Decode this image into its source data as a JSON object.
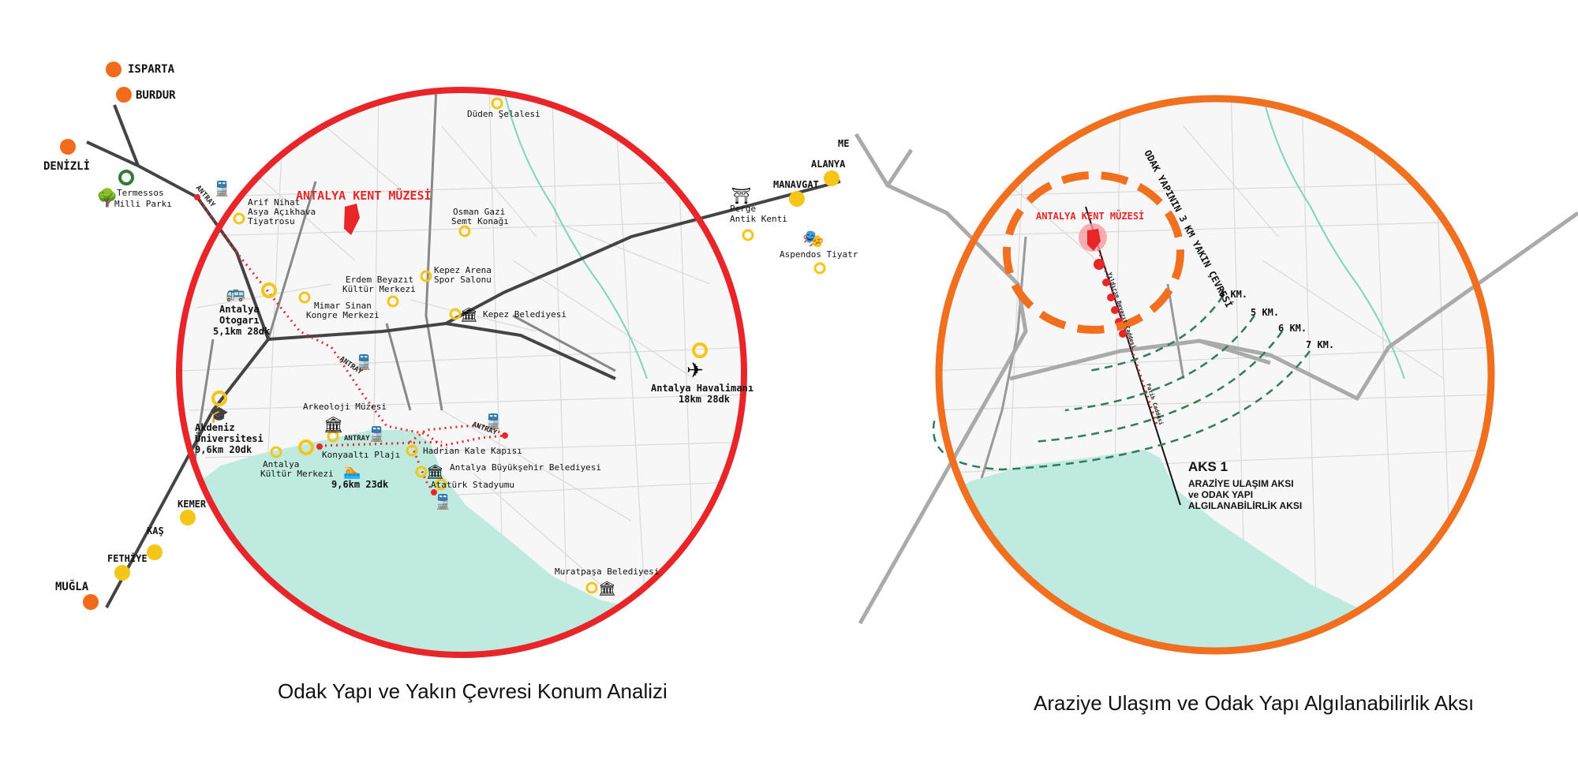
{
  "left_map": {
    "caption": "Odak Yapı ve Yakın Çevresi Konum Analizi",
    "museum": "ANTALYA KENT MÜZESİ",
    "cities": {
      "isparta": "ISPARTA",
      "burdur": "BURDUR",
      "denizli": "DENİZLİ",
      "alanya": "ALANYA",
      "manavgat": "MANAVGAT",
      "kemer": "KEMER",
      "kas": "KAŞ",
      "fethiye": "FETHİYE",
      "mugla": "MUĞLA",
      "me": "ME"
    },
    "pois": {
      "termessos_1": "Termessos",
      "termessos_2": "Milli Parkı",
      "duden": "Düden Şelalesi",
      "arif_1": "Arif Nihat",
      "arif_2": "Asya Açıkhava",
      "arif_3": "Tiyatrosu",
      "osman_1": "Osman Gazi",
      "osman_2": "Semt Konağı",
      "kepez_arena_1": "Kepez Arena",
      "kepez_arena_2": "Spor Salonu",
      "erdem_1": "Erdem Beyazıt",
      "erdem_2": "Kültür Merkezi",
      "mimar_1": "Mimar Sinan",
      "mimar_2": "Kongre Merkezi",
      "kepez_bel": "Kepez Belediyesi",
      "otogar_1": "Antalya",
      "otogar_2": "Otogarı",
      "otogar_3": "5,1km 28dk",
      "perge_1": "Perge",
      "perge_2": "Antik Kenti",
      "aspendos": "Aspendos Tiyatr",
      "havalimani_1": "Antalya Havalimanı",
      "havalimani_2": "18km 28dk",
      "akdeniz_1": "Akdeniz",
      "akdeniz_2": "Üniversitesi",
      "akdeniz_3": "9,6km 20dk",
      "arkeoloji": "Arkeoloji Müzesi",
      "akm_1": "Antalya",
      "akm_2": "Kültür Merkezi",
      "konyaalti": "Konyaaltı Plajı",
      "konyaalti_dist": "9,6km 23dk",
      "hadrian": "Hadrian Kale Kapısı",
      "buyuksehir": "Antalya Büyükşehir Belediyesi",
      "ataturk": "Atatürk Stadyumu",
      "muratpasa": "Muratpaşa Belediyesi"
    },
    "antray_label": "ANTRAY"
  },
  "right_map": {
    "caption": "Araziye Ulaşım ve Odak Yapı Algılanabilirlik Aksı",
    "museum": "ANTALYA KENT MÜZESİ",
    "radius_label": "ODAK YAPININ 3 KM YAKIN ÇEVRESİ",
    "street_1": "Yıldırım Beyazıt Caddesi",
    "street_2": "Fatih Caddesi",
    "rings": [
      "4 KM.",
      "5 KM.",
      "6 KM.",
      "7 KM."
    ],
    "aks_title": "AKS 1",
    "aks_l1": "ARAZİYE ULAŞIM AKSI",
    "aks_l2": "ve ODAK YAPI",
    "aks_l3": "ALGILANABİLİRLİK AKSI"
  },
  "colors": {
    "left_frame": "#e8262a",
    "right_frame": "#f07020",
    "sea": "#bfeae0",
    "poi": "#f5c518",
    "city_dot": "#f26a1b",
    "tram": "#e8262a",
    "rings": "#2e7d57"
  }
}
